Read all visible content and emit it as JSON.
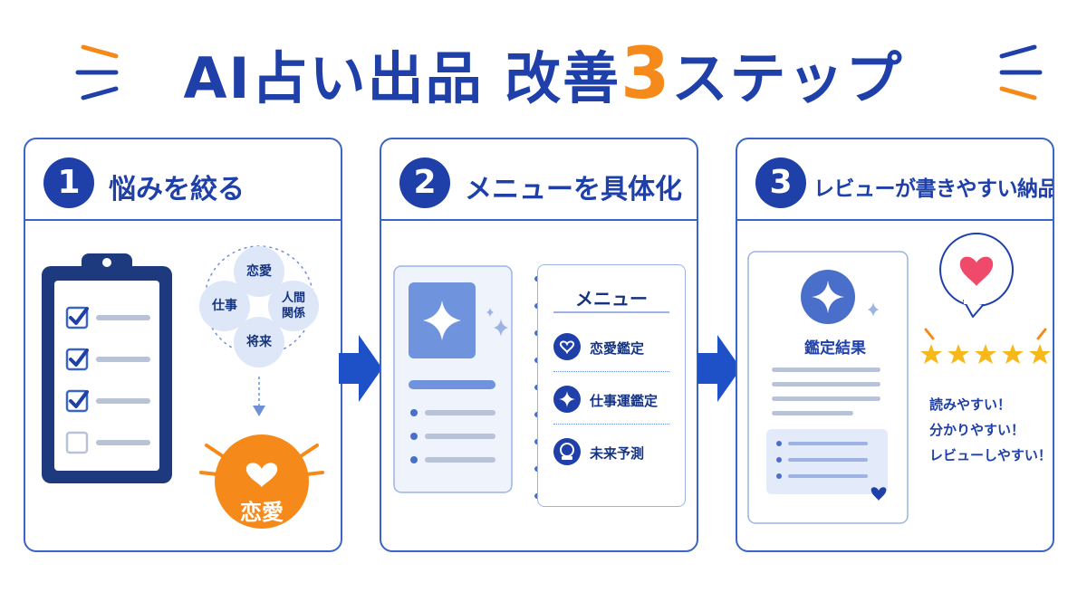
{
  "title": {
    "main": "AI占い出品 改善",
    "number": "3",
    "suffix": "ステップ"
  },
  "colors": {
    "primary": "#1e40a8",
    "accent": "#f5891a",
    "light": "#dde7f8",
    "heart": "#ef4a6a",
    "star": "#f7b81c"
  },
  "steps": [
    {
      "number": "1",
      "title": "悩みを絞る",
      "topics": [
        "恋愛",
        "仕事",
        "人間関係",
        "将来"
      ],
      "selected": "恋愛"
    },
    {
      "number": "2",
      "title": "メニューを具体化",
      "menu_title": "メニュー",
      "menu_items": [
        {
          "label": "恋愛鑑定",
          "icon": "heart-icon"
        },
        {
          "label": "仕事運鑑定",
          "icon": "sparkle-icon"
        },
        {
          "label": "未来予測",
          "icon": "crystal-ball-icon"
        }
      ]
    },
    {
      "number": "3",
      "title": "レビューが書きやすい納品",
      "result_title": "鑑定結果",
      "reviews": [
        "読みやすい！",
        "分かりやすい！",
        "レビューしやすい！"
      ],
      "stars": 5
    }
  ]
}
